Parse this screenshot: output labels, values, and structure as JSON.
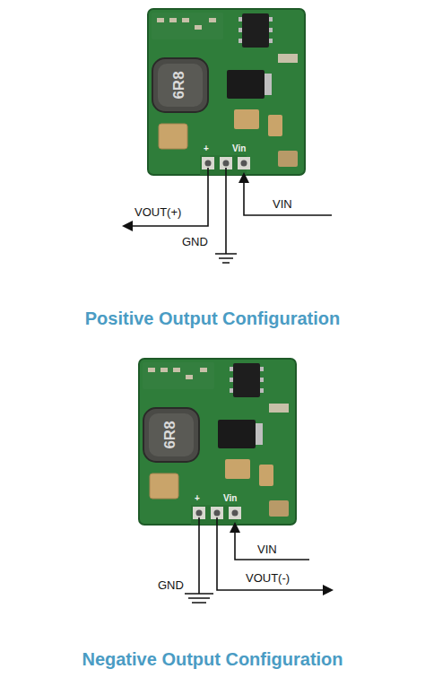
{
  "diagram": {
    "labels": [
      "6R8",
      "+",
      "Vin",
      "VOUT(+)",
      "VIN",
      "GND",
      "Positive Output Configuration",
      "6R8",
      "+",
      "Vin",
      "VIN",
      "GND",
      "VOUT(-)",
      "Negative Output Configuration"
    ]
  }
}
